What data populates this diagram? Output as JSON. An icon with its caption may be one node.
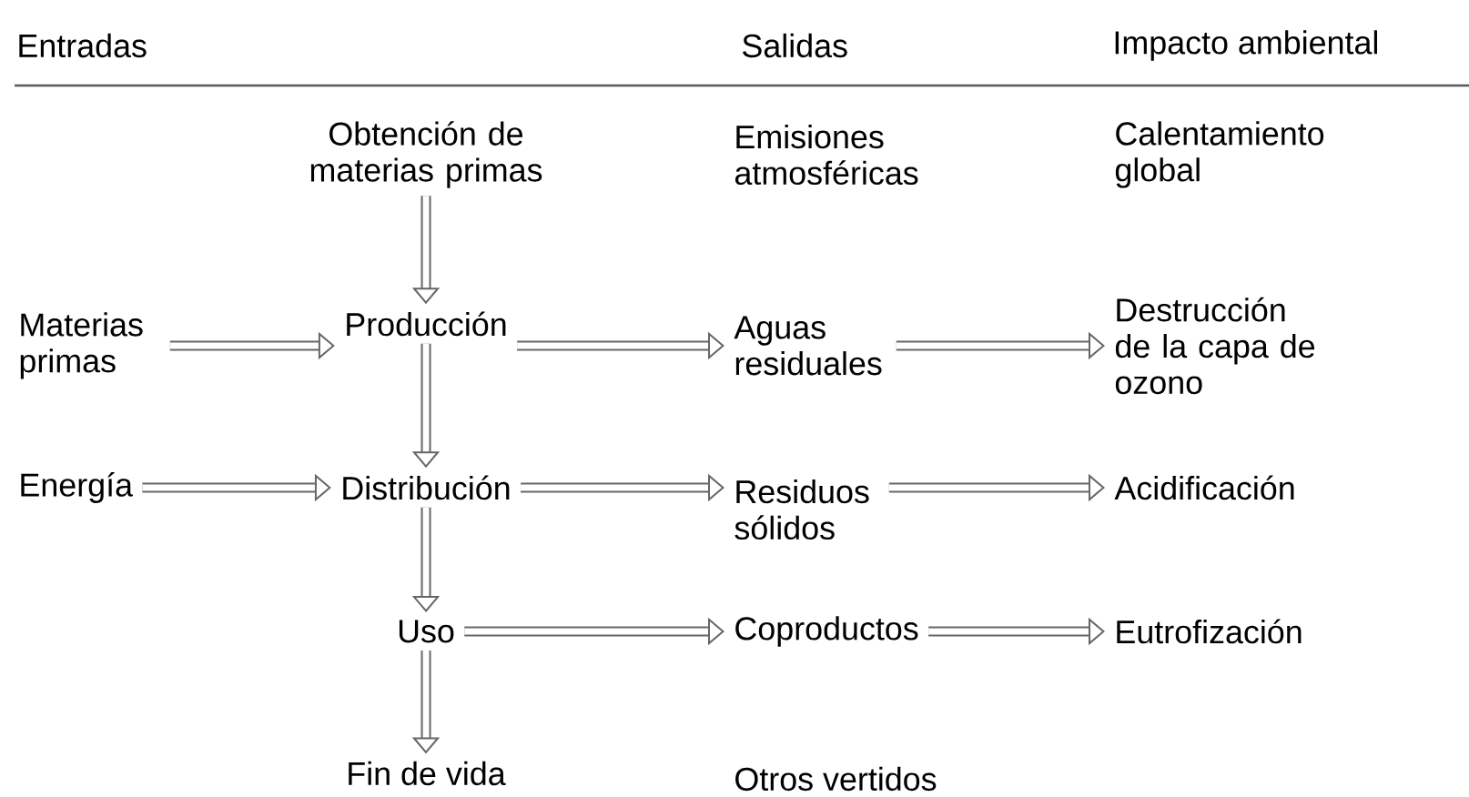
{
  "diagram": {
    "nodes": [
      {
        "text": [
          "Obtención de materias primas"
        ]
      },
      {
        "text": [
          "Emisiones atmosféricas"
        ]
      },
      {
        "text": [
          "Calentamiento global"
        ]
      },
      {
        "text": [
          "Materias primas"
        ]
      },
      {
        "text": [
          "Producción"
        ]
      },
      {
        "text": [
          "Aguas residuales"
        ]
      },
      {
        "text": [
          "Destrucción de la capa de ozono"
        ]
      },
      {
        "text": [
          "Energía"
        ]
      },
      {
        "text": [
          "Distribución"
        ]
      },
      {
        "text": [
          "Residuos sólidos"
        ]
      },
      {
        "text": [
          "Acidificación"
        ]
      },
      {
        "text": [
          "Uso"
        ]
      },
      {
        "text": [
          "Coproductos"
        ]
      },
      {
        "text": [
          "Eutrofización"
        ]
      },
      {
        "text": [
          "Fin de vida"
        ]
      },
      {
        "text": [
          "Otros vertidos"
        ]
      }
    ],
    "edges": [
      {
        "from": 0,
        "to": 4,
        "arrow": "to"
      },
      {
        "from": 3,
        "to": 4,
        "arrow": "to"
      },
      {
        "from": 4,
        "to": 5,
        "arrow": "to"
      },
      {
        "from": 5,
        "to": 6,
        "arrow": "to"
      },
      {
        "from": 4,
        "to": 8,
        "arrow": "to"
      },
      {
        "from": 7,
        "to": 8,
        "arrow": "to"
      },
      {
        "from": 8,
        "to": 9,
        "arrow": "to"
      },
      {
        "from": 9,
        "to": 10,
        "arrow": "to"
      },
      {
        "from": 8,
        "to": 11,
        "arrow": "to"
      },
      {
        "from": 11,
        "to": 12,
        "arrow": "to"
      },
      {
        "from": 12,
        "to": 13,
        "arrow": "to"
      },
      {
        "from": 11,
        "to": 14,
        "arrow": "to"
      }
    ],
    "labels": [
      "Entradas",
      "Salidas",
      "Impacto ambiental"
    ]
  }
}
